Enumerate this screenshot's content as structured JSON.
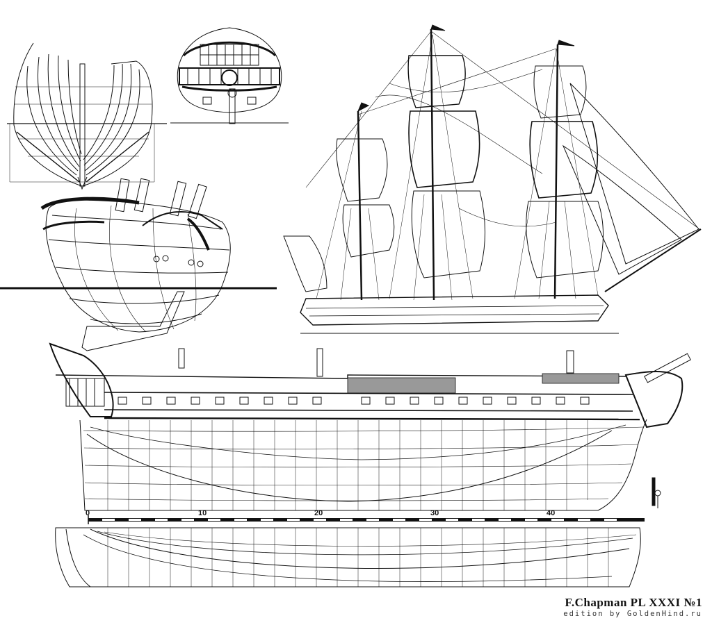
{
  "plate": {
    "title": "F.Chapman PL  XXXI  №1",
    "credit": "edition by GoldenHind.ru"
  },
  "scale": {
    "labels": [
      "0",
      "10",
      "20",
      "30",
      "40"
    ]
  }
}
